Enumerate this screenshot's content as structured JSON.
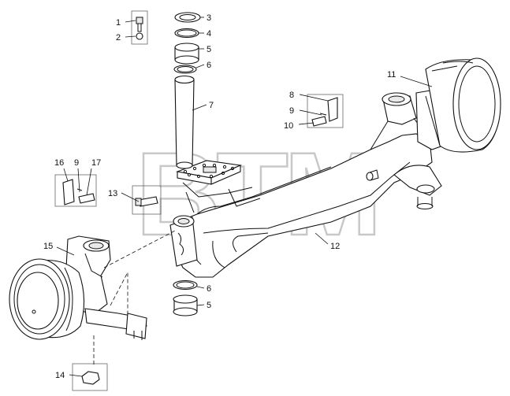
{
  "watermark": {
    "text": "BTM",
    "mark": "®"
  },
  "callouts": [
    {
      "id": "c1",
      "text": "1"
    },
    {
      "id": "c2",
      "text": "2"
    },
    {
      "id": "c3",
      "text": "3"
    },
    {
      "id": "c4",
      "text": "4"
    },
    {
      "id": "c5a",
      "text": "5"
    },
    {
      "id": "c6a",
      "text": "6"
    },
    {
      "id": "c7",
      "text": "7"
    },
    {
      "id": "c8",
      "text": "8"
    },
    {
      "id": "c9a",
      "text": "9"
    },
    {
      "id": "c10",
      "text": "10"
    },
    {
      "id": "c11",
      "text": "11"
    },
    {
      "id": "c12",
      "text": "12"
    },
    {
      "id": "c13",
      "text": "13"
    },
    {
      "id": "c14",
      "text": "14"
    },
    {
      "id": "c15",
      "text": "15"
    },
    {
      "id": "c16",
      "text": "16"
    },
    {
      "id": "c9b",
      "text": "9"
    },
    {
      "id": "c17",
      "text": "17"
    },
    {
      "id": "c6b",
      "text": "6"
    },
    {
      "id": "c5b",
      "text": "5"
    }
  ]
}
